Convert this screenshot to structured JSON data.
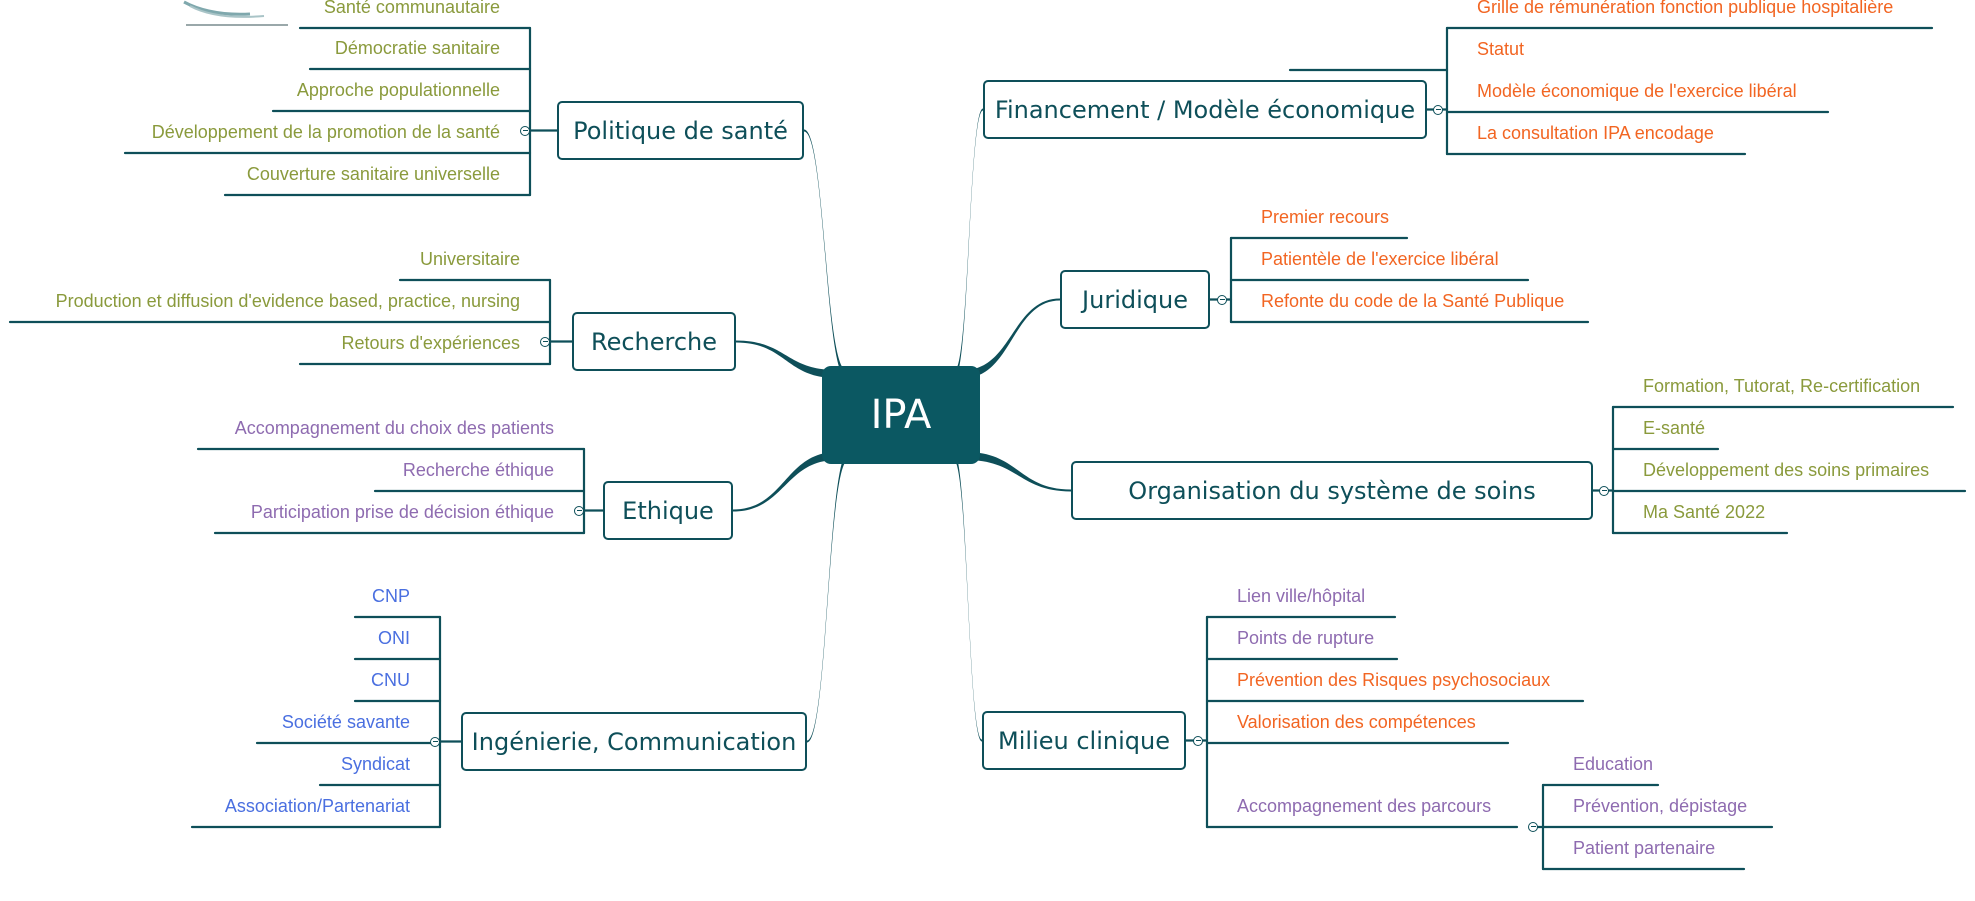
{
  "colors": {
    "line": "#0e4f59",
    "center_fill": "#0b5862",
    "olive": "#8a9a3c",
    "orange": "#f26522",
    "purple": "#8e6bb0",
    "blue": "#4a6fe0"
  },
  "center": {
    "label": "IPA"
  },
  "topics": [
    {
      "id": "politique",
      "label": "Politique de santé",
      "color": "olive",
      "leaves": [
        "Santé communautaire",
        "Démocratie sanitaire",
        "Approche populationnelle",
        "Développement de la promotion de la santé",
        "Couverture sanitaire universelle"
      ]
    },
    {
      "id": "recherche",
      "label": "Recherche",
      "color": "olive",
      "leaves": [
        "Universitaire",
        "Production et diffusion d'evidence based, practice, nursing",
        "Retours d'expériences"
      ]
    },
    {
      "id": "ethique",
      "label": "Ethique",
      "color": "purple",
      "leaves": [
        "Accompagnement du choix des patients",
        "Recherche éthique",
        "Participation prise de décision éthique"
      ]
    },
    {
      "id": "ingenierie",
      "label": "Ingénierie, Communication",
      "color": "blue",
      "leaves": [
        "CNP",
        "ONI",
        "CNU",
        "Société savante",
        "Syndicat",
        "Association/Partenariat"
      ]
    },
    {
      "id": "financement",
      "label": "Financement / Modèle économique",
      "color": "orange",
      "leaves": [
        "Grille de rémunération fonction publique hospitalière",
        "Statut",
        "Modèle économique de l'exercice libéral",
        "La consultation IPA encodage"
      ]
    },
    {
      "id": "juridique",
      "label": "Juridique",
      "color": "orange",
      "leaves": [
        "Premier recours",
        "Patientèle de l'exercice libéral",
        "Refonte du code de la Santé Publique"
      ]
    },
    {
      "id": "organisation",
      "label": "Organisation du système de soins",
      "color": "olive",
      "leaves": [
        "Formation, Tutorat, Re-certification",
        "E-santé",
        "Développement des soins primaires",
        "Ma Santé 2022"
      ]
    },
    {
      "id": "milieu",
      "label": "Milieu clinique",
      "color": "purple",
      "leaves": [
        "Lien ville/hôpital",
        "Points de rupture",
        "Prévention des Risques psychosociaux",
        "Valorisation des compétences",
        "Accompagnement des parcours"
      ],
      "leaf_colors": [
        "purple",
        "purple",
        "orange",
        "orange",
        "purple"
      ],
      "sub": {
        "parent_leaf": "Accompagnement des parcours",
        "color": "purple",
        "leaves": [
          "Education",
          "Prévention, dépistage",
          "Patient partenaire"
        ]
      }
    }
  ]
}
